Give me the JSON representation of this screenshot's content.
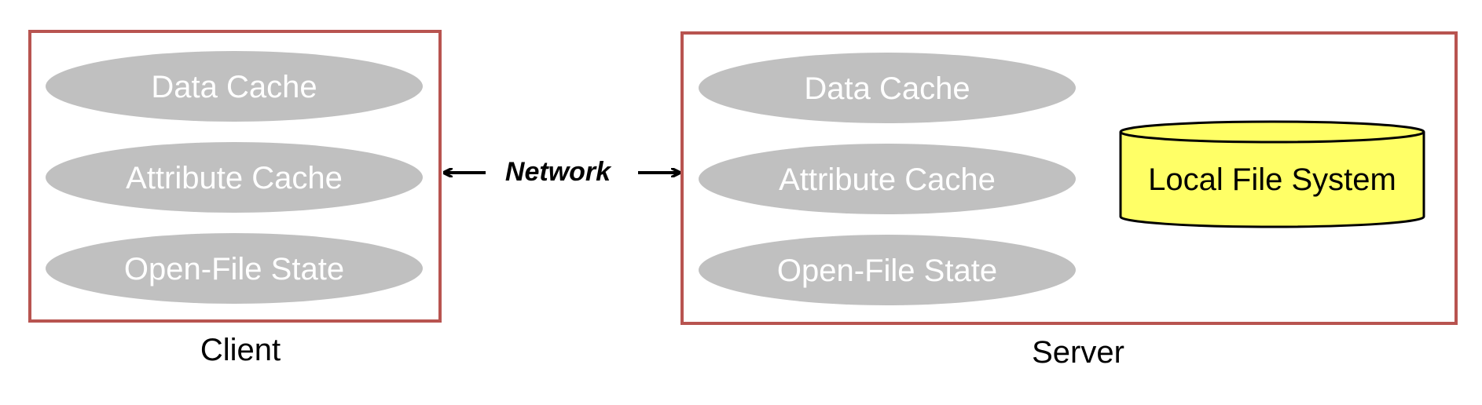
{
  "client": {
    "label": "Client",
    "items": [
      "Data Cache",
      "Attribute Cache",
      "Open-File State"
    ]
  },
  "server": {
    "label": "Server",
    "items": [
      "Data Cache",
      "Attribute Cache",
      "Open-File State"
    ],
    "storage": "Local File System"
  },
  "network": {
    "label": "Network"
  },
  "colors": {
    "box_border": "#b85450",
    "ellipse_fill": "#c0c0c0",
    "ellipse_text": "#ffffff",
    "storage_fill": "#ffff66",
    "storage_border": "#000000"
  },
  "icons": {
    "left_arrow": "arrow-left-icon",
    "right_arrow": "arrow-right-icon"
  }
}
